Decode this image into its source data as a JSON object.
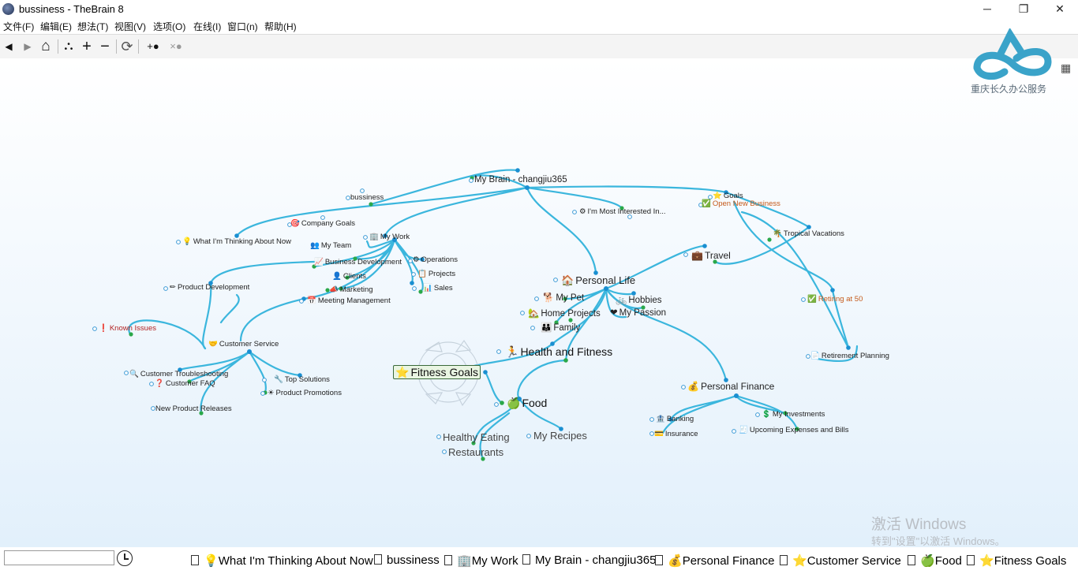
{
  "window": {
    "title": "bussiness - TheBrain 8",
    "minimize_glyph": "─",
    "maximize_glyph": "❐",
    "close_glyph": "✕"
  },
  "menu": [
    "文件(F)",
    "编辑(E)",
    "想法(T)",
    "视图(V)",
    "选项(O)",
    "在线(I)",
    "窗口(n)",
    "帮助(H)"
  ],
  "toolbar": {
    "icons": [
      "back-arrow-icon",
      "forward-arrow-icon",
      "home-icon",
      "network-icon",
      "plus-icon",
      "minus-icon",
      "refresh-icon",
      "add-brain-icon",
      "remove-brain-icon"
    ],
    "glyphs": {
      "back": "◀",
      "forward": "▶",
      "home": "⌂",
      "network": "⛬",
      "plus": "+",
      "minus": "−",
      "refresh": "⟳",
      "add_brain": "+●",
      "remove_brain": "×●"
    }
  },
  "logo": {
    "text": "重庆长久办公服务",
    "color": "#3aa3c9"
  },
  "plex": {
    "link_color": "#3bb6dd",
    "gate_color": "#2aa84a",
    "thoughts": {
      "my_brain": "My Brain - changjiu365",
      "bussiness": "bussiness",
      "goals": "Goals",
      "open_new_business": "Open New Business",
      "most_interested": "I'm Most Interested In...",
      "company_goals": "Company Goals",
      "my_work": "My Work",
      "what_thinking": "What I'm Thinking About Now",
      "my_team": "My Team",
      "business_development": "Business Development",
      "operations": "Operations",
      "clients": "Clients",
      "projects": "Projects",
      "marketing": "Marketing",
      "sales": "Sales",
      "meeting_management": "Meeting Management",
      "product_development": "Product Development",
      "known_issues": "Known Issues",
      "customer_service": "Customer Service",
      "customer_troubleshooting": "Customer Troubleshooting",
      "customer_faq": "Customer FAQ",
      "top_solutions": "Top Solutions",
      "product_promotions": "Product Promotions",
      "new_product_releases": "New Product Releases",
      "tropical_vacations": "Tropical Vacations",
      "travel": "Travel",
      "personal_life": "Personal Life",
      "my_pet": "My Pet",
      "hobbies": "Hobbies",
      "home_projects": "Home Projects",
      "my_passion": "My Passion",
      "family": "Family",
      "retiring_at_50": "Retiring at 50",
      "health_and_fitness": "Health and Fitness",
      "fitness_goals": "Fitness Goals",
      "retirement_planning": "Retirement Planning",
      "food": "Food",
      "personal_finance": "Personal Finance",
      "banking": "Banking",
      "my_investments": "My Investments",
      "insurance": "Insurance",
      "upcoming_expenses": "Upcoming Expenses and Bills",
      "healthy_eating": "Healthy Eating",
      "my_recipes": "My Recipes",
      "restaurants": "Restaurants"
    }
  },
  "watermark": {
    "line1": "激活 Windows",
    "line2": "转到\"设置\"以激活 Windows。"
  },
  "bottom": {
    "search_value": "",
    "pins": [
      "What I'm Thinking About Now",
      "bussiness",
      "My Work",
      "My Brain - changjiu365",
      "Personal Finance",
      "Customer Service",
      "Food",
      "Fitness Goals"
    ]
  }
}
